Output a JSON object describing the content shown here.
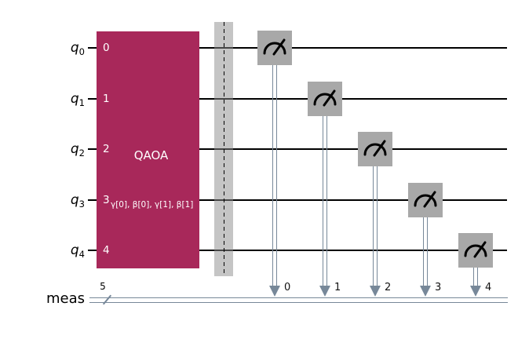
{
  "colors": {
    "qubit_wire": "#000000",
    "classical_wire": "#778899",
    "gate_fill": "#a8285a",
    "gate_text": "#ffffff",
    "measure_fill": "#a8a8a8",
    "measure_glyph": "#000000",
    "barrier_band": "#8c8c8c80",
    "barrier_dash": "#000000",
    "label_text": "#000000",
    "bit_label_text": "#111111"
  },
  "circuit": {
    "qubits": [
      {
        "register": "q",
        "index": "0",
        "gate_port": "0",
        "clbit": "0"
      },
      {
        "register": "q",
        "index": "1",
        "gate_port": "1",
        "clbit": "1"
      },
      {
        "register": "q",
        "index": "2",
        "gate_port": "2",
        "clbit": "2"
      },
      {
        "register": "q",
        "index": "3",
        "gate_port": "3",
        "clbit": "3"
      },
      {
        "register": "q",
        "index": "4",
        "gate_port": "4",
        "clbit": "4"
      }
    ],
    "gate": {
      "name": "QAOA",
      "parameters": "γ[0], β[0], γ[1], β[1]",
      "parameters_row": 3
    },
    "classical_register": {
      "label": "meas",
      "width": "5"
    }
  }
}
